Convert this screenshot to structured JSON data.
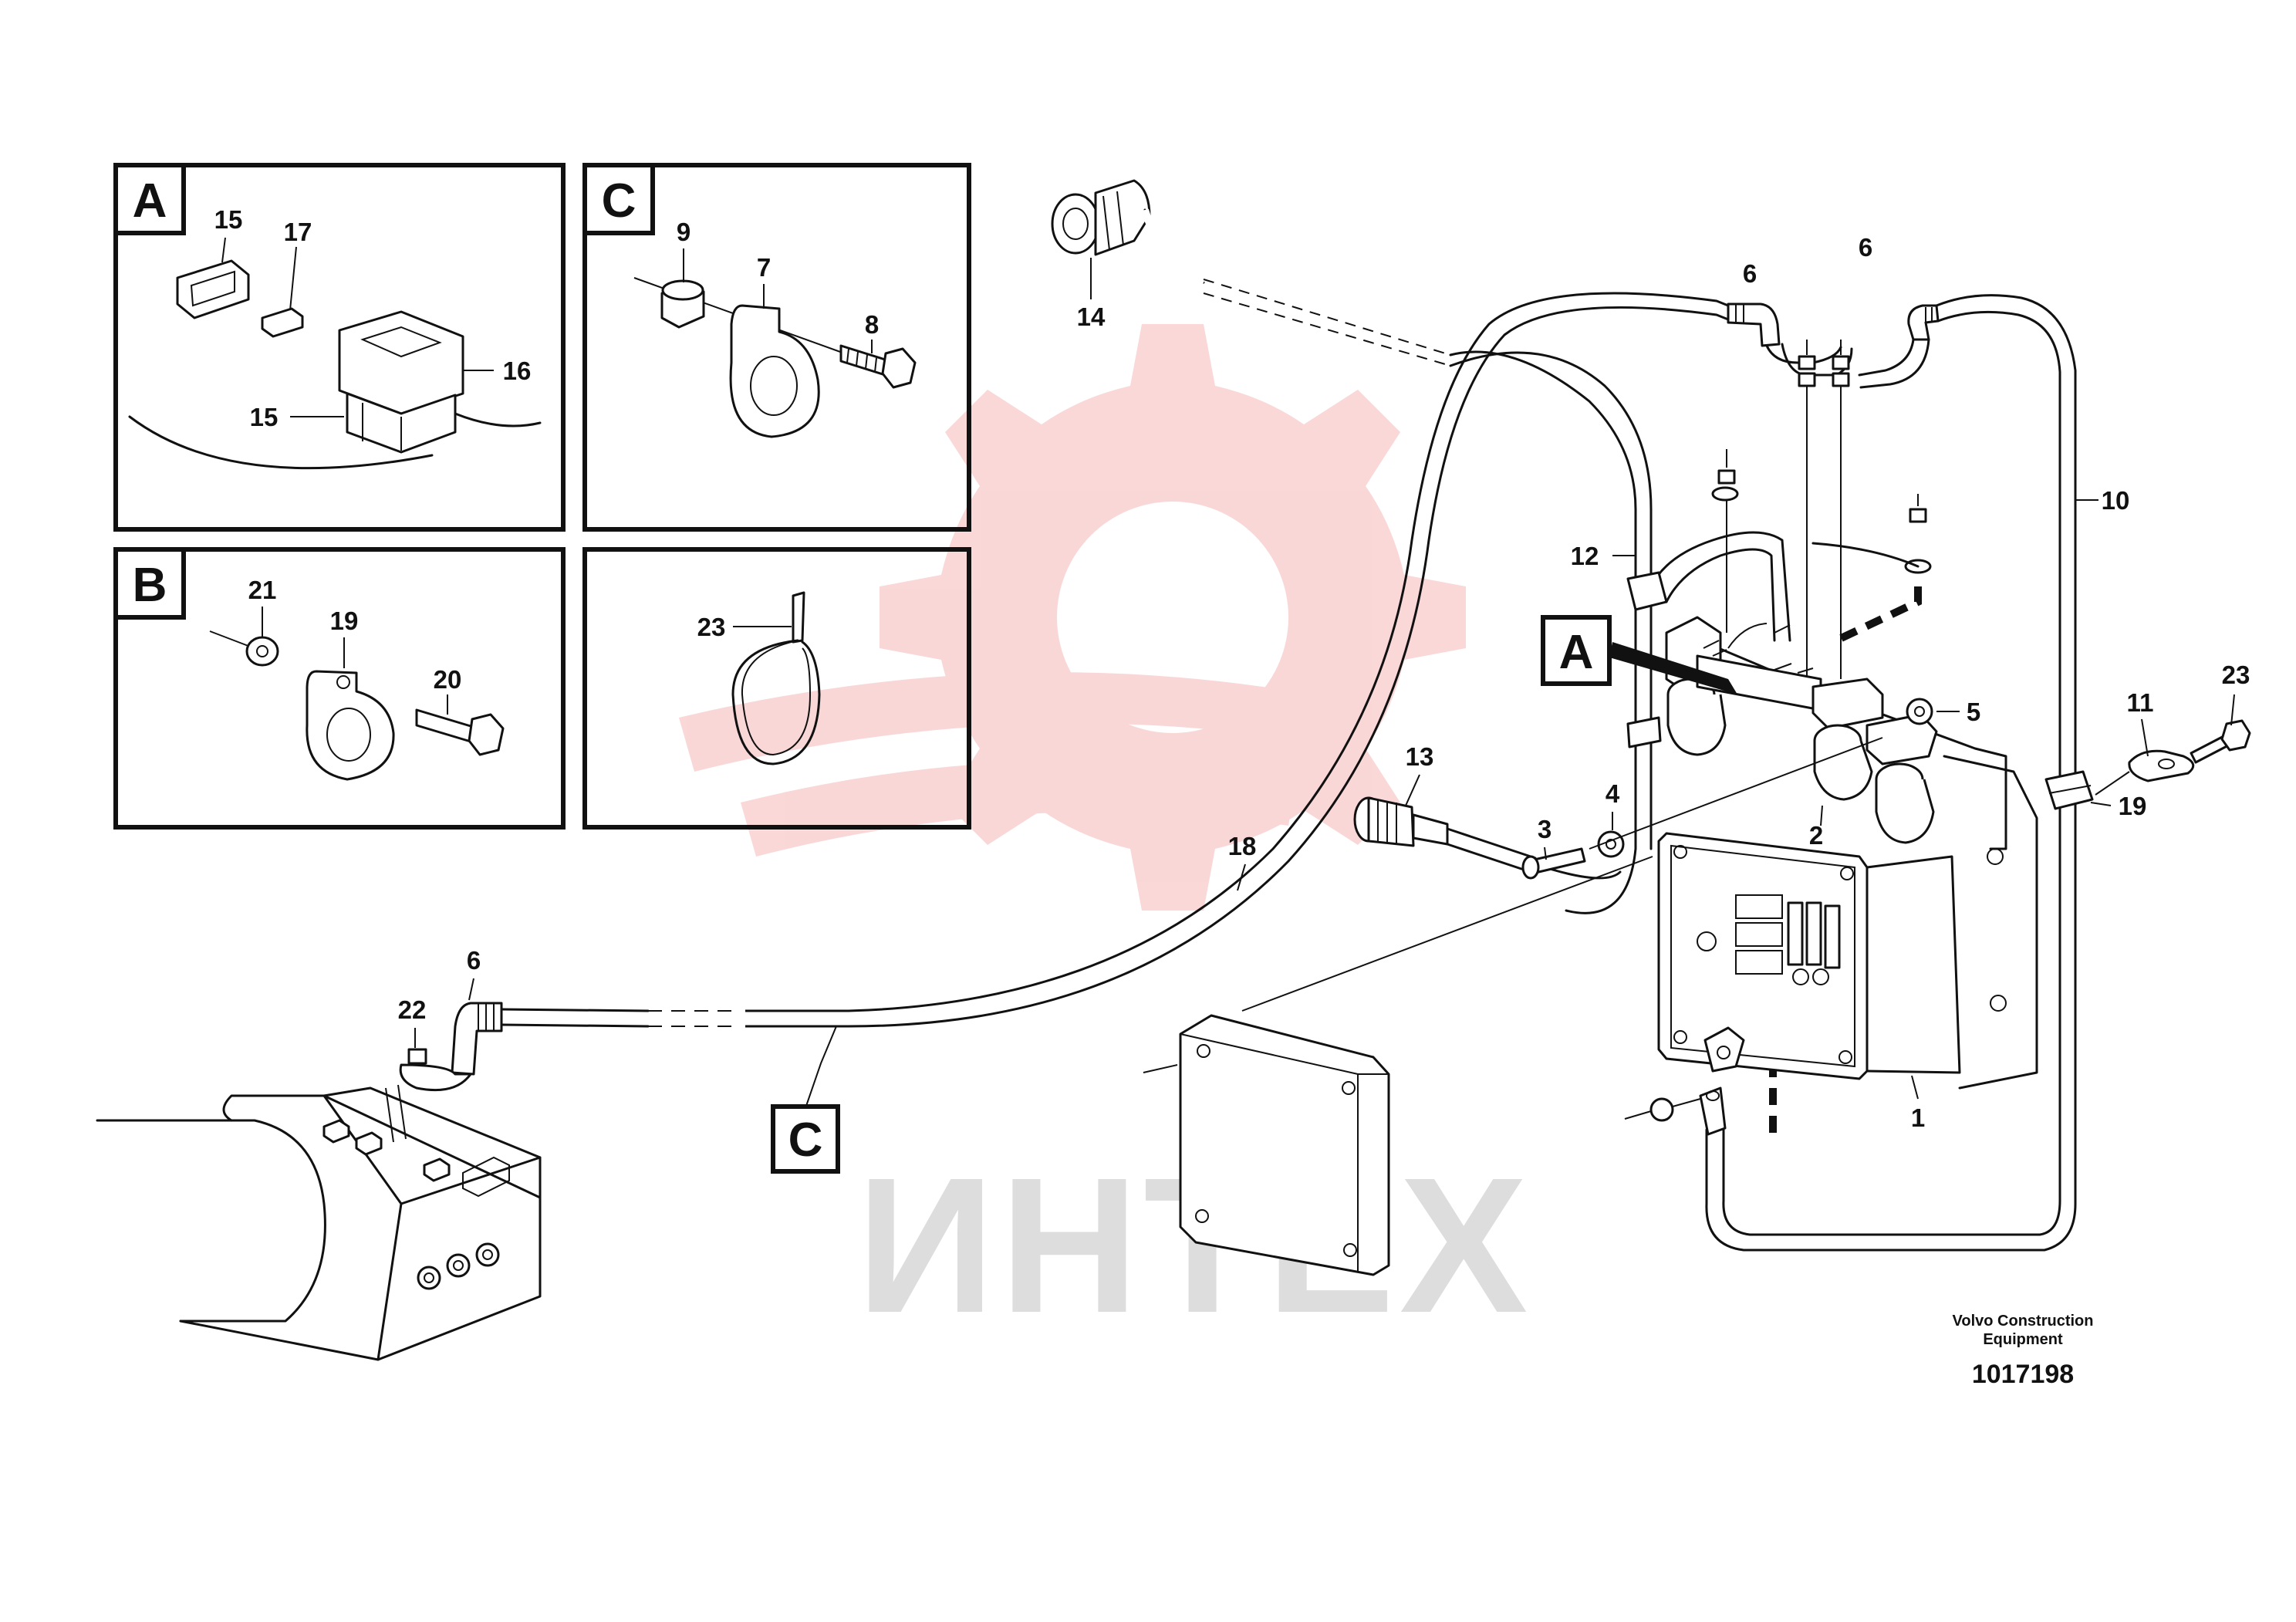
{
  "insets": {
    "a": {
      "letter": "A",
      "callouts": [
        "15",
        "17",
        "16",
        "15"
      ]
    },
    "c": {
      "letter": "C",
      "callouts": [
        "9",
        "7",
        "8"
      ]
    },
    "b": {
      "letter": "B",
      "callouts": [
        "21",
        "19",
        "20"
      ]
    },
    "d": {
      "callouts": [
        "23"
      ]
    }
  },
  "main_callouts": {
    "c14": "14",
    "c6a": "6",
    "c6b": "6",
    "c10": "10",
    "c12": "12",
    "c5": "5",
    "c23": "23",
    "c11": "11",
    "c19": "19",
    "c13": "13",
    "c4": "4",
    "c3": "3",
    "c2": "2",
    "c18": "18",
    "c6c": "6",
    "c22": "22",
    "c1": "1"
  },
  "view_markers": {
    "a": "A",
    "c": "C"
  },
  "credit": {
    "line1": "Volvo Construction",
    "line2": "Equipment",
    "number": "1017198"
  },
  "watermark": {
    "text": "ИНТЕХ",
    "color": "#f5b8b8"
  }
}
